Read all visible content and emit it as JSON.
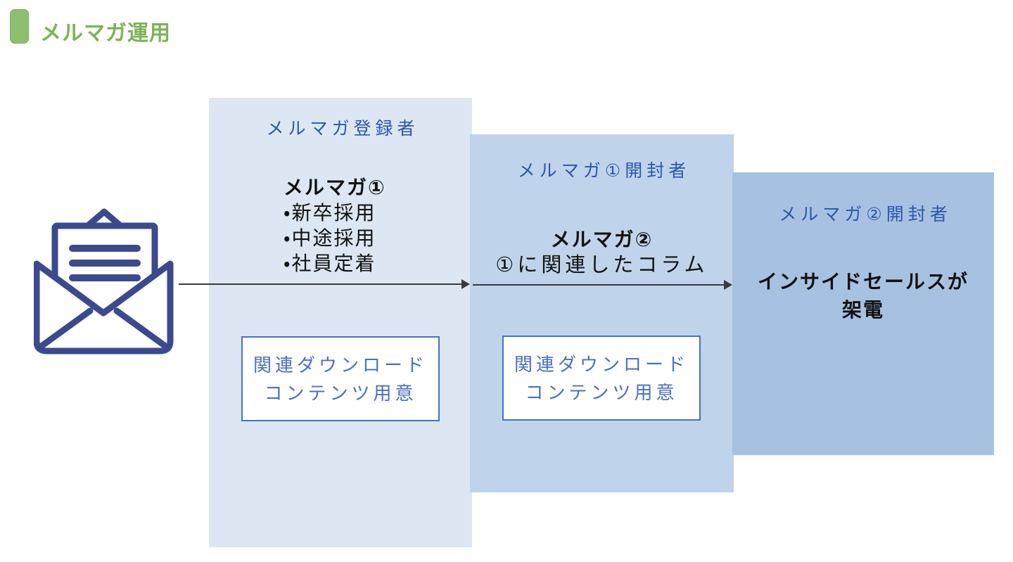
{
  "title": "メルマガ運用",
  "colors": {
    "accent_green": "#8EBE6F",
    "title_green": "#7CB356",
    "panel1_bg": "#DCE7F3",
    "panel2_bg": "#BFD4EA",
    "panel3_bg": "#A7C2E0",
    "heading_blue": "#2B57AE",
    "callout_border": "#4472C4",
    "callout_text": "#4B70C0",
    "envelope_navy": "#3B4A8E",
    "arrow_color": "#3A3A3A"
  },
  "icons": {
    "envelope": "open-envelope-with-letter-icon"
  },
  "stages": [
    {
      "header": "メルマガ登録者",
      "body_title": "メルマガ①",
      "body_lines": [
        "・新卒採用",
        "・中途採用",
        "・社員定着"
      ],
      "callout": "関連ダウンロード\nコンテンツ用意"
    },
    {
      "header": "メルマガ①開封者",
      "body_title": "メルマガ②",
      "body_lines": [
        "①に関連したコラム"
      ],
      "callout": "関連ダウンロード\nコンテンツ用意"
    },
    {
      "header": "メルマガ②開封者",
      "body_title": "インサイドセールスが\n架電",
      "body_lines": []
    }
  ]
}
